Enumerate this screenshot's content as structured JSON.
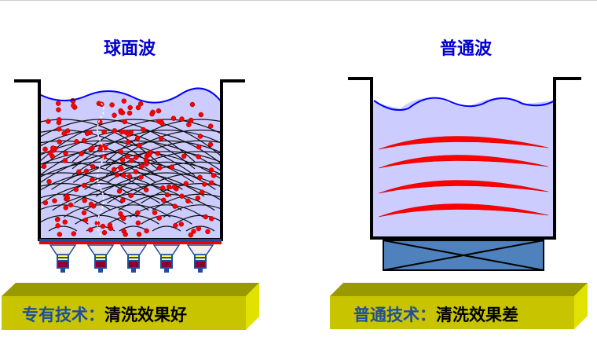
{
  "left": {
    "title": "球面波",
    "label_prefix": "专有技术：",
    "label_result": "清洗效果好"
  },
  "right": {
    "title": "普通波",
    "label_prefix": "普通技术：",
    "label_result": "清洗效果差"
  },
  "colors": {
    "title": "#0000cc",
    "water": "#ccccff",
    "wave_line": "#0000ff",
    "bubbles": "#ff0000",
    "base": "#4f81bd",
    "plate_front": "#c8c400",
    "plate_top": "#999900",
    "plate_side": "#e2e200",
    "label_prefix": "#1f4e9a"
  }
}
